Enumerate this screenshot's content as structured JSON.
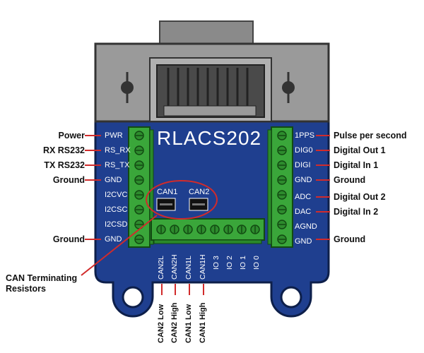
{
  "board": {
    "title": "RLACS202"
  },
  "left_pins": [
    "PWR",
    "RS_RX",
    "RS_TX",
    "GND",
    "I2CVC",
    "I2CSC",
    "I2CSD",
    "GND"
  ],
  "right_pins": [
    "1PPS",
    "DIG0",
    "DIGI",
    "GND",
    "ADC",
    "DAC",
    "AGND",
    "GND"
  ],
  "left_labels": [
    "Power",
    "RX RS232",
    "TX RS232",
    "Ground",
    "Ground"
  ],
  "right_labels": [
    "Pulse per second",
    "Digital Out 1",
    "Digital In 1",
    "Ground",
    "Digital Out 2",
    "Digital In 2",
    "Ground"
  ],
  "can": {
    "can1": "CAN1",
    "can2": "CAN2",
    "annotation_line1": "CAN Terminating",
    "annotation_line2": "Resistors"
  },
  "bottom_pins": [
    "CAN2L",
    "CAN2H",
    "CAN1L",
    "CAN1H",
    "IO 3",
    "IO 2",
    "IO 1",
    "IO 0"
  ],
  "bottom_labels": [
    "CAN2 Low",
    "CAN2 High",
    "CAN1 Low",
    "CAN1 High"
  ],
  "colors": {
    "board": "#1f3f8f",
    "terminal_green": "#3aa63a",
    "connector_gray": "#9a9a9a",
    "callout_red": "#d12b2b"
  }
}
